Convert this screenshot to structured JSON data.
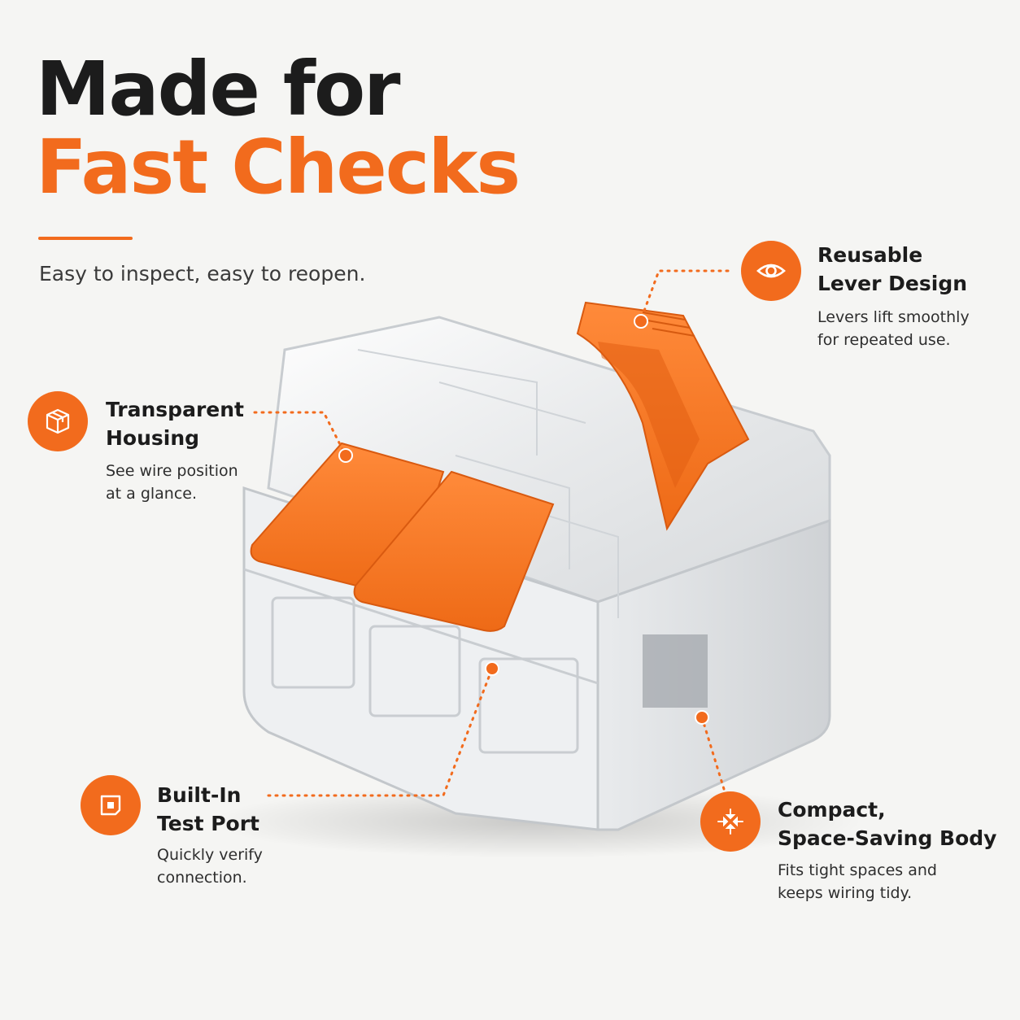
{
  "headline": {
    "line1": "Made for",
    "line2": "Fast Checks"
  },
  "subline": "Easy to inspect, easy to reopen.",
  "colors": {
    "accent": "#f26b1d",
    "text_dark": "#1c1c1c",
    "background": "#f5f5f3"
  },
  "features": {
    "reusable": {
      "icon": "eye-icon",
      "title_1": "Reusable",
      "title_2": "Lever Design",
      "desc_1": "Levers lift smoothly",
      "desc_2": "for repeated use."
    },
    "transparent": {
      "icon": "box-icon",
      "title_1": "Transparent",
      "title_2": "Housing",
      "desc_1": "See wire position",
      "desc_2": "at a glance."
    },
    "test_port": {
      "icon": "test-port-icon",
      "title_1": "Built-In",
      "title_2": "Test Port",
      "desc_1": "Quickly verify",
      "desc_2": "connection."
    },
    "compact": {
      "icon": "compress-arrows-icon",
      "title_1": "Compact,",
      "title_2": "Space-Saving Body",
      "desc_1": "Fits tight spaces and",
      "desc_2": "keeps wiring tidy."
    }
  }
}
